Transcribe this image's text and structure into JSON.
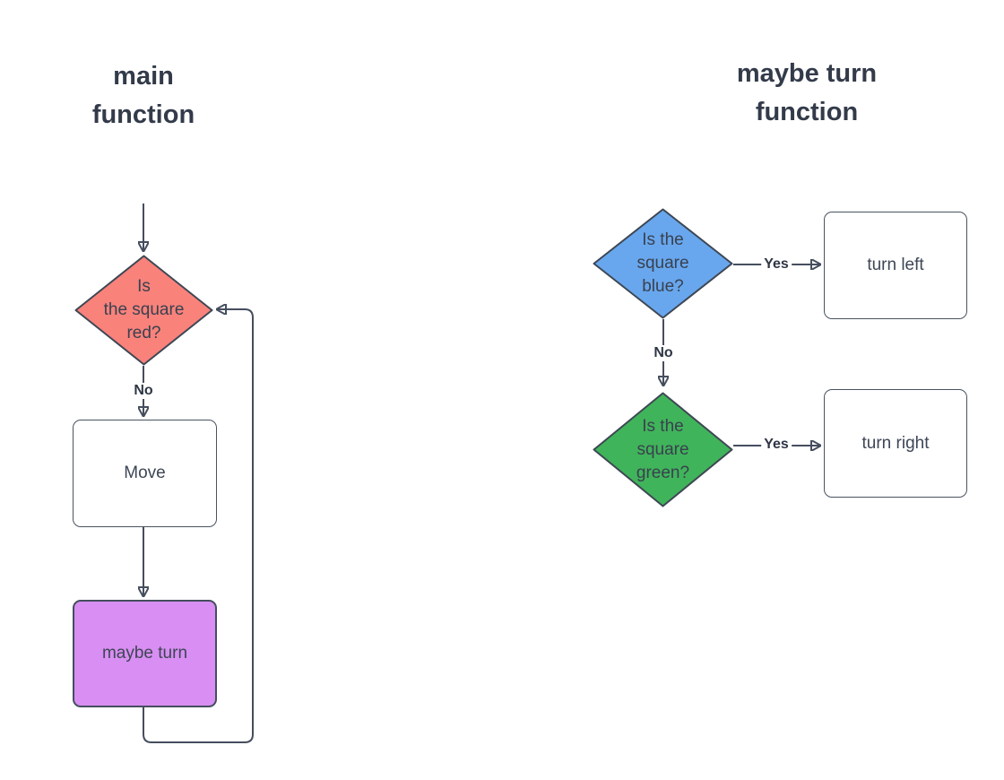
{
  "diagram": {
    "colors": {
      "red": "#f9827b",
      "blue": "#68a7ee",
      "green": "#40b45a",
      "purple": "#d88ef2",
      "line": "#454e5e",
      "text": "#333b4a"
    },
    "main_chart": {
      "title": "main\nfunction",
      "nodes": {
        "red_diamond": {
          "label": "Is\nthe square\nred?"
        },
        "move_box": {
          "label": "Move"
        },
        "maybe_turn_box": {
          "label": "maybe turn"
        }
      },
      "edges": {
        "no_label": "No"
      }
    },
    "maybe_turn_chart": {
      "title": "maybe turn\nfunction",
      "nodes": {
        "blue_diamond": {
          "label": "Is the\nsquare\nblue?"
        },
        "turn_left_box": {
          "label": "turn left"
        },
        "green_diamond": {
          "label": "Is the\nsquare\ngreen?"
        },
        "turn_right_box": {
          "label": "turn right"
        }
      },
      "edges": {
        "yes_label_blue": "Yes",
        "no_label": "No",
        "yes_label_green": "Yes"
      }
    }
  }
}
